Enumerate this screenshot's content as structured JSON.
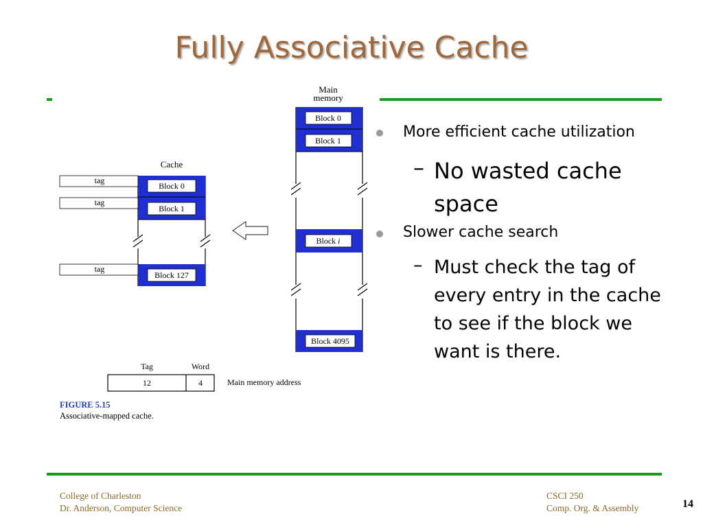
{
  "slide": {
    "title": "Fully Associative Cache",
    "bullets": [
      {
        "text": "More efficient cache utilization",
        "sub": [
          "No wasted cache space"
        ]
      },
      {
        "text": "Slower cache search",
        "sub": [
          "Must check the tag of every entry in the cache to see if the block we want is there."
        ]
      }
    ]
  },
  "figure": {
    "main_memory_label_1": "Main",
    "main_memory_label_2": "memory",
    "cache_label": "Cache",
    "tag_label": "tag",
    "cache_blocks": [
      "Block 0",
      "Block 1",
      "Block 127"
    ],
    "memory_blocks": [
      "Block 0",
      "Block 1",
      "Block",
      "Block 4095"
    ],
    "memory_block_i_suffix": "i",
    "address_headers": [
      "Tag",
      "Word"
    ],
    "address_values": [
      "12",
      "4"
    ],
    "address_caption": "Main memory address",
    "figure_number": "FIGURE 5.15",
    "figure_caption": "Associative-mapped cache."
  },
  "footer": {
    "left_line1": "College of Charleston",
    "left_line2": "Dr. Anderson, Computer Science",
    "right_line1": "CSCI 250",
    "right_line2": "Comp. Org. & Assembly",
    "page_number": "14"
  },
  "colors": {
    "title": "#a0683a",
    "rule": "#179c16",
    "block_blue": "#1f2fd1",
    "footer_text": "#8a6a24",
    "figure_label_blue": "#1f3fbf"
  }
}
